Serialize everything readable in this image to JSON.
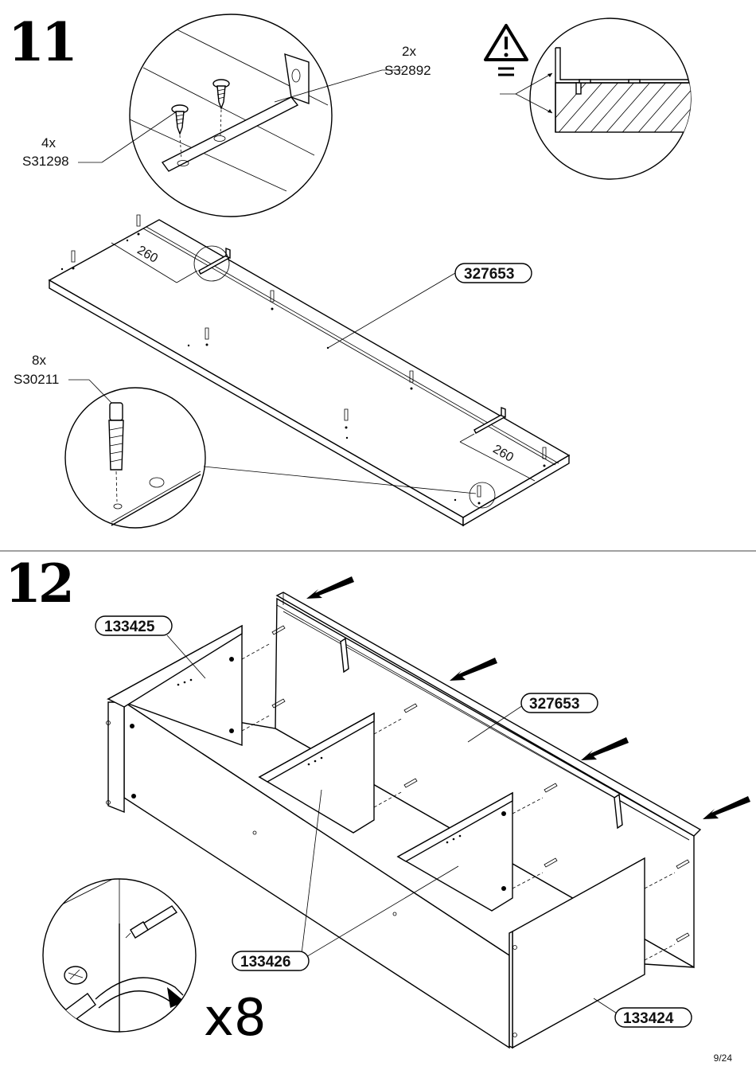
{
  "steps": {
    "step11": "11",
    "step12": "12"
  },
  "step11": {
    "bracket_qty": "2x",
    "bracket_code": "S32892",
    "screw_qty": "4x",
    "screw_code": "S31298",
    "dowel_qty": "8x",
    "dowel_code": "S30211",
    "panel_code": "327653",
    "dim_left": "260",
    "dim_right": "260"
  },
  "step12": {
    "part_side": "133425",
    "part_back": "327653",
    "part_divider": "133426",
    "part_side_right": "133424",
    "multiplier": "x8"
  },
  "footer": {
    "page": "9/24"
  },
  "icons": [
    "warning-icon",
    "screwdriver-icon",
    "arrow-icon",
    "cam-lock-icon"
  ]
}
